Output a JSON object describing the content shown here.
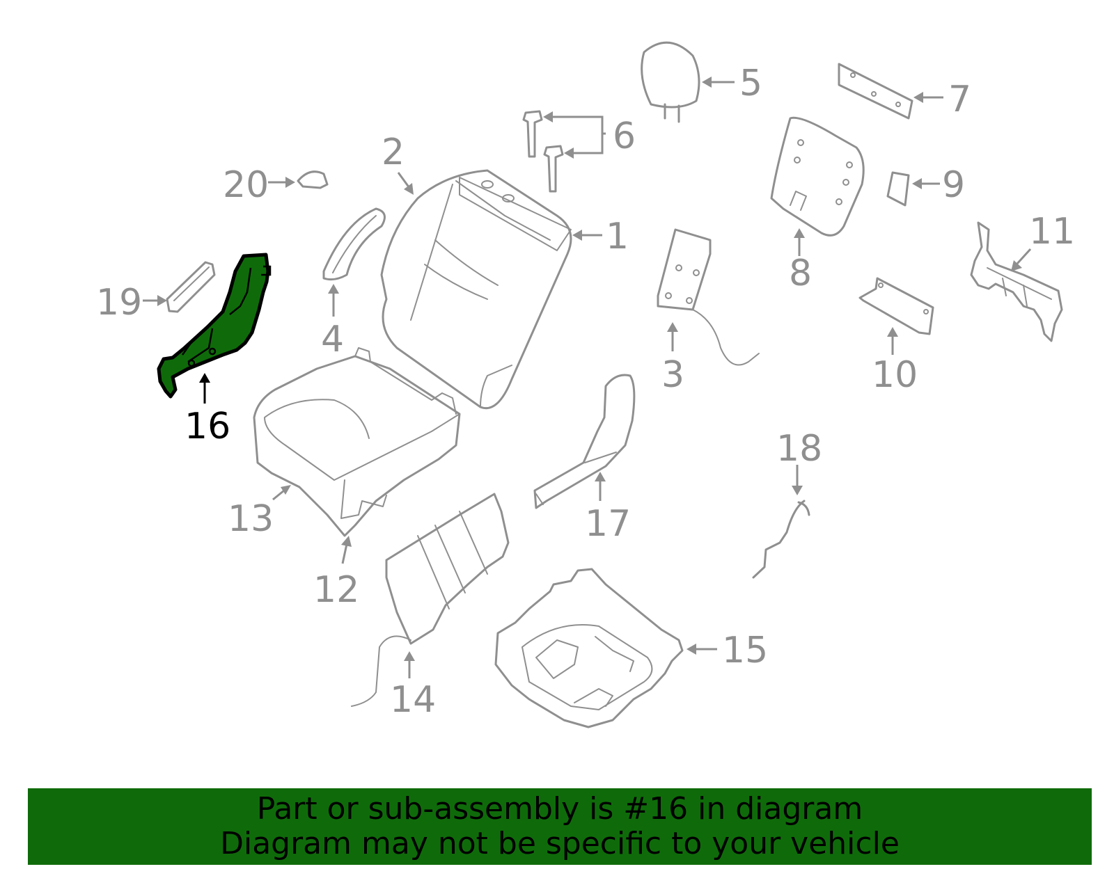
{
  "banner": {
    "line1": "Part or sub-assembly is #16 in diagram",
    "line2": "Diagram may not be specific to your vehicle",
    "color": "#0f6b0a"
  },
  "highlight_color": "#0f6b0a",
  "callouts": {
    "c1": "1",
    "c2": "2",
    "c3": "3",
    "c4": "4",
    "c5": "5",
    "c6": "6",
    "c7": "7",
    "c8": "8",
    "c9": "9",
    "c10": "10",
    "c11": "11",
    "c12": "12",
    "c13": "13",
    "c14": "14",
    "c15": "15",
    "c16": "16",
    "c17": "17",
    "c18": "18",
    "c19": "19",
    "c20": "20"
  }
}
